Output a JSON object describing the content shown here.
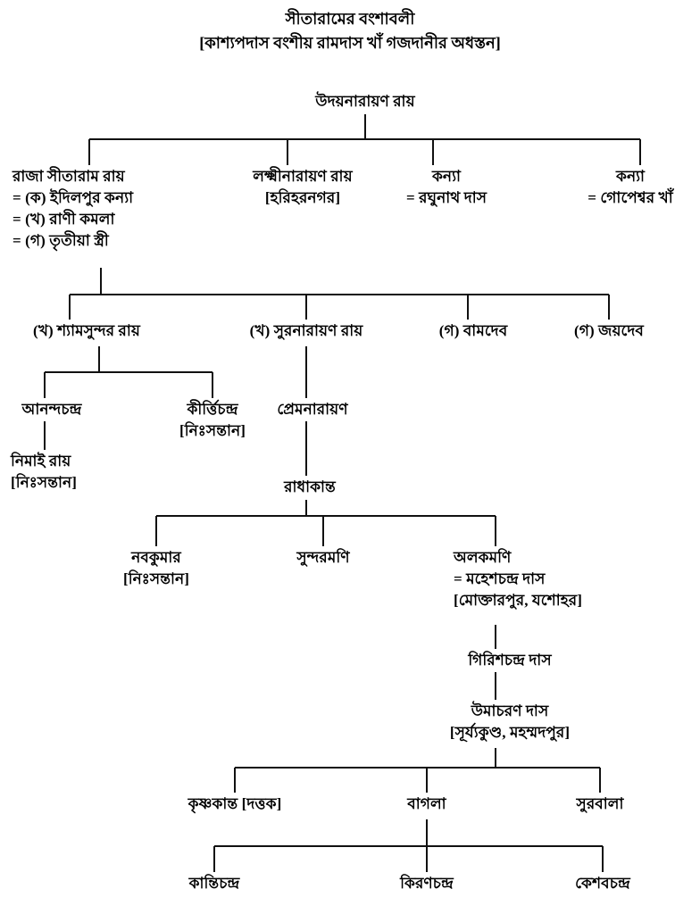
{
  "header": {
    "title": "সীতারামের বংশাবলী",
    "subtitle": "[কাশ্যপদাস বংশীয় রামদাস খাঁ গজদানীর অধস্তন]"
  },
  "nodes": {
    "root": {
      "l1": "উদয়নারায়ণ রায়"
    },
    "sitaram": {
      "l1": "রাজা সীতারাম রায়",
      "l2": "= (ক) ইদিলপুর কন্যা",
      "l3": "= (খ) রাণী কমলা",
      "l4": "= (গ) তৃতীয়া স্ত্রী"
    },
    "lakshmi": {
      "l1": "লক্ষ্মীনারায়ণ রায়",
      "l2": "[হরিহরনগর]"
    },
    "kanya1": {
      "l1": "কন্যা",
      "l2": "= রঘুনাথ দাস"
    },
    "kanya2": {
      "l1": "কন্যা",
      "l2": "= গোপেশ্বর খাঁ"
    },
    "shyamsundar": {
      "l1": "(খ) শ্যামসুন্দর রায়"
    },
    "surnarayan": {
      "l1": "(খ) সুরনারায়ণ রায়"
    },
    "bamdeb": {
      "l1": "(গ) বামদেব"
    },
    "joydeb": {
      "l1": "(গ) জয়দেব"
    },
    "anandachandra": {
      "l1": "আনন্দচন্দ্র"
    },
    "nimai": {
      "l1": "নিমাই রায়",
      "l2": "[নিঃসন্তান]"
    },
    "kirtichandra": {
      "l1": "কীর্ত্তিচন্দ্র",
      "l2": "[নিঃসন্তান]"
    },
    "premnarayan": {
      "l1": "প্রেমনারায়ণ"
    },
    "radhakanta": {
      "l1": "রাধাকান্ত"
    },
    "nabakumar": {
      "l1": "নবকুমার",
      "l2": "[নিঃসন্তান]"
    },
    "sundarmani": {
      "l1": "সুন্দরমণি"
    },
    "alakmani": {
      "l1": "অলকমণি",
      "l2": "= মহেশচন্দ্র দাস",
      "l3": "[মোক্তারপুর, যশোহর]"
    },
    "girishchandra": {
      "l1": "গিরিশচন্দ্র দাস"
    },
    "umacharan": {
      "l1": "উমাচরণ দাস",
      "l2": "[সূর্য্যকুণ্ড, মহম্মদপুর]"
    },
    "krishnakanta": {
      "l1": "কৃষ্ণকান্ত [দত্তক]"
    },
    "bagla": {
      "l1": "বাগলা"
    },
    "surabala": {
      "l1": "সুরবালা"
    },
    "kantichandra": {
      "l1": "কান্তিচন্দ্র"
    },
    "kiranchandra": {
      "l1": "কিরণচন্দ্র"
    },
    "keshabchandra": {
      "l1": "কেশবচন্দ্র"
    }
  }
}
